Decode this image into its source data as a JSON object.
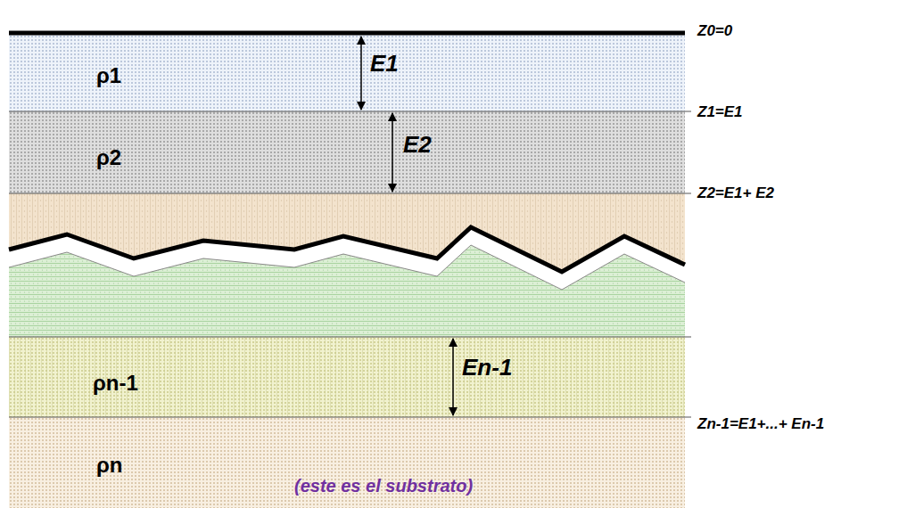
{
  "diagram": {
    "nodes": [
      {
        "text": [
          "ρ1"
        ]
      },
      {
        "text": [
          "ρ2"
        ]
      },
      {
        "text": [
          "ρn-1"
        ]
      },
      {
        "text": [
          "ρn",
          "(este es el substrato)"
        ]
      }
    ],
    "labels": [
      "E1",
      "E2",
      "En-1",
      "Z0=0",
      "Z1=E1",
      "Z2=E1+ E2",
      "Zn-1=E1+...+ En-1"
    ]
  }
}
